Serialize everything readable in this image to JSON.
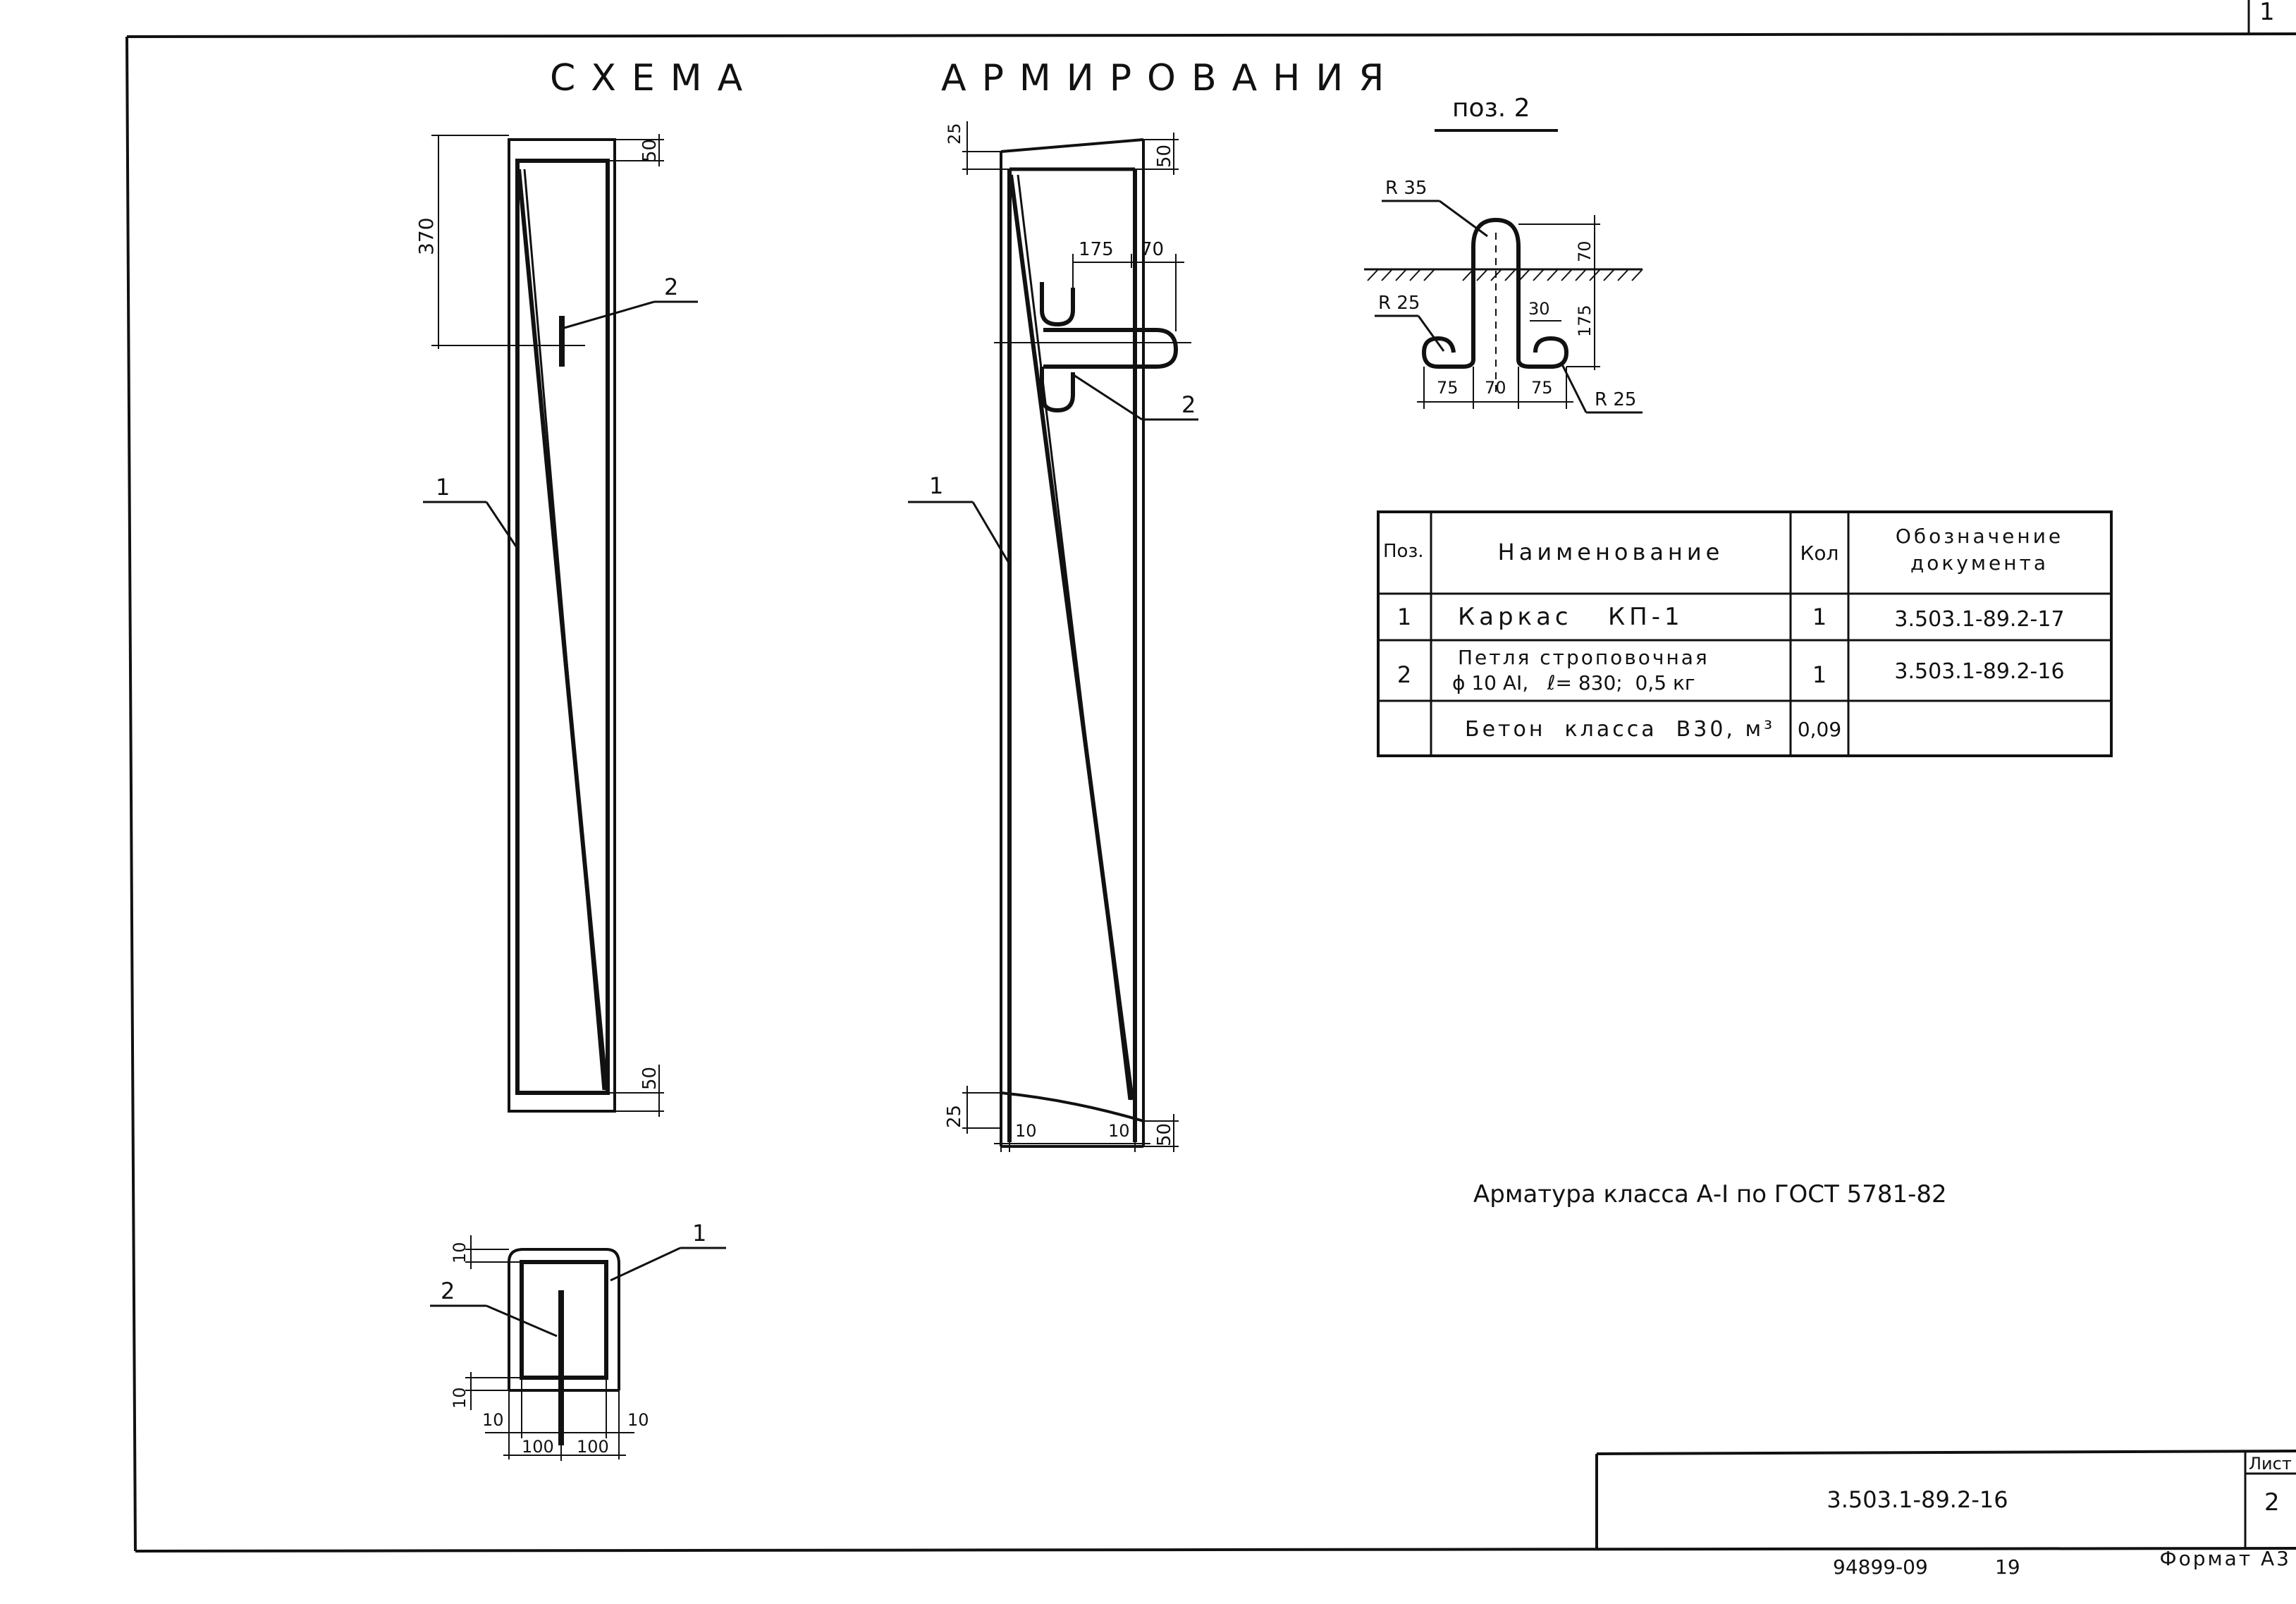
{
  "sheet": {
    "corner_number": "1",
    "title_word1": "СХЕМА",
    "title_word2": "АРМИРОВАНИЯ",
    "note": "Арматура класса А-I по ГОСТ 5781-82",
    "stamp_code": "3.503.1-89.2-16",
    "stamp_sheet_label": "Лист",
    "stamp_sheet_number": "2",
    "bottom_code": "94899-09",
    "bottom_number": "19",
    "format_label": "Формат А3"
  },
  "view_left": {
    "dim_top": "50",
    "dim_height": "370",
    "dim_bottom": "50",
    "callout_1": "1",
    "callout_2": "2"
  },
  "view_right": {
    "dim_top_left": "25",
    "dim_top_right": "50",
    "dim_loop_depth": "175",
    "dim_loop_top": "70",
    "dim_bottom_left": "25",
    "dim_bottom_right": "50",
    "dim_cover_left": "10",
    "dim_cover_right": "10",
    "callout_1": "1",
    "callout_2": "2"
  },
  "section": {
    "dim_top": "10",
    "dim_bottom": "10",
    "dim_left_cover": "10",
    "dim_right_cover": "10",
    "dim_half_left": "100",
    "dim_half_right": "100",
    "callout_1": "1",
    "callout_2": "2"
  },
  "detail": {
    "title": "поз. 2",
    "r_top": "R 35",
    "r_left": "R 25",
    "r_right": "R 25",
    "dim_top": "70",
    "dim_depth": "175",
    "dim_hook": "30",
    "dim_w1": "75",
    "dim_w2": "70",
    "dim_w3": "75"
  },
  "spec": {
    "headers": {
      "pos": "Поз.",
      "name": "Наименование",
      "qty": "Кол",
      "doc_line1": "Обозначение",
      "doc_line2": "документа"
    },
    "rows": [
      {
        "pos": "1",
        "name_line1": "Каркас   КП-1",
        "name_line2": "",
        "qty": "1",
        "doc": "3.503.1-89.2-17"
      },
      {
        "pos": "2",
        "name_line1": "Петля строповочная",
        "name_line2": "ϕ 10 АI,   ℓ= 830;  0,5 кг",
        "qty": "1",
        "doc": "3.503.1-89.2-16"
      },
      {
        "pos": "",
        "name_line1": "Бетон  класса  В30, м³",
        "name_line2": "",
        "qty": "0,09",
        "doc": ""
      }
    ]
  }
}
